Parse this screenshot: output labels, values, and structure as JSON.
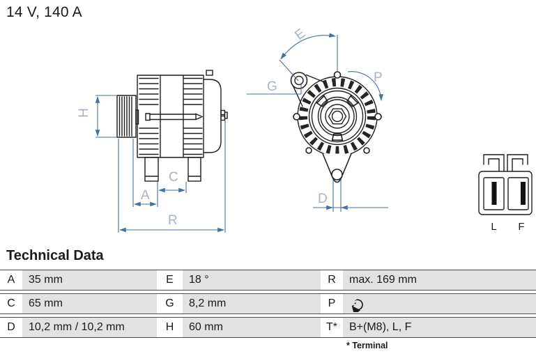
{
  "title": "14 V, 140 A",
  "section": {
    "heading": "Technical Data",
    "footnote": "* Terminal"
  },
  "diagram": {
    "dim_labels": {
      "H": "H",
      "A": "A",
      "C": "C",
      "R": "R",
      "E": "E",
      "G": "G",
      "P": "P",
      "D": "D"
    },
    "connector": {
      "pin_left": "L",
      "pin_right": "F"
    },
    "colors": {
      "dimension_line": "#4a6f9d",
      "dimension_label": "#a8b4c4",
      "ink": "#1f1f1f"
    }
  },
  "table": {
    "row_fill": "#e2e2e2",
    "row_border": "#4d4d4d",
    "rows": [
      [
        {
          "key": "A",
          "value": "35 mm"
        },
        {
          "key": "E",
          "value": "18 °"
        },
        {
          "key": "R",
          "value": "max. 169 mm"
        }
      ],
      [
        {
          "key": "C",
          "value": "65 mm"
        },
        {
          "key": "G",
          "value": "8,2 mm"
        },
        {
          "key": "P",
          "value": "",
          "icon": "rotation-direction-clockwise"
        }
      ],
      [
        {
          "key": "D",
          "value": "10,2 mm / 10,2 mm"
        },
        {
          "key": "H",
          "value": "60 mm"
        },
        {
          "key": "T*",
          "value": "B+(M8), L, F"
        }
      ]
    ]
  }
}
